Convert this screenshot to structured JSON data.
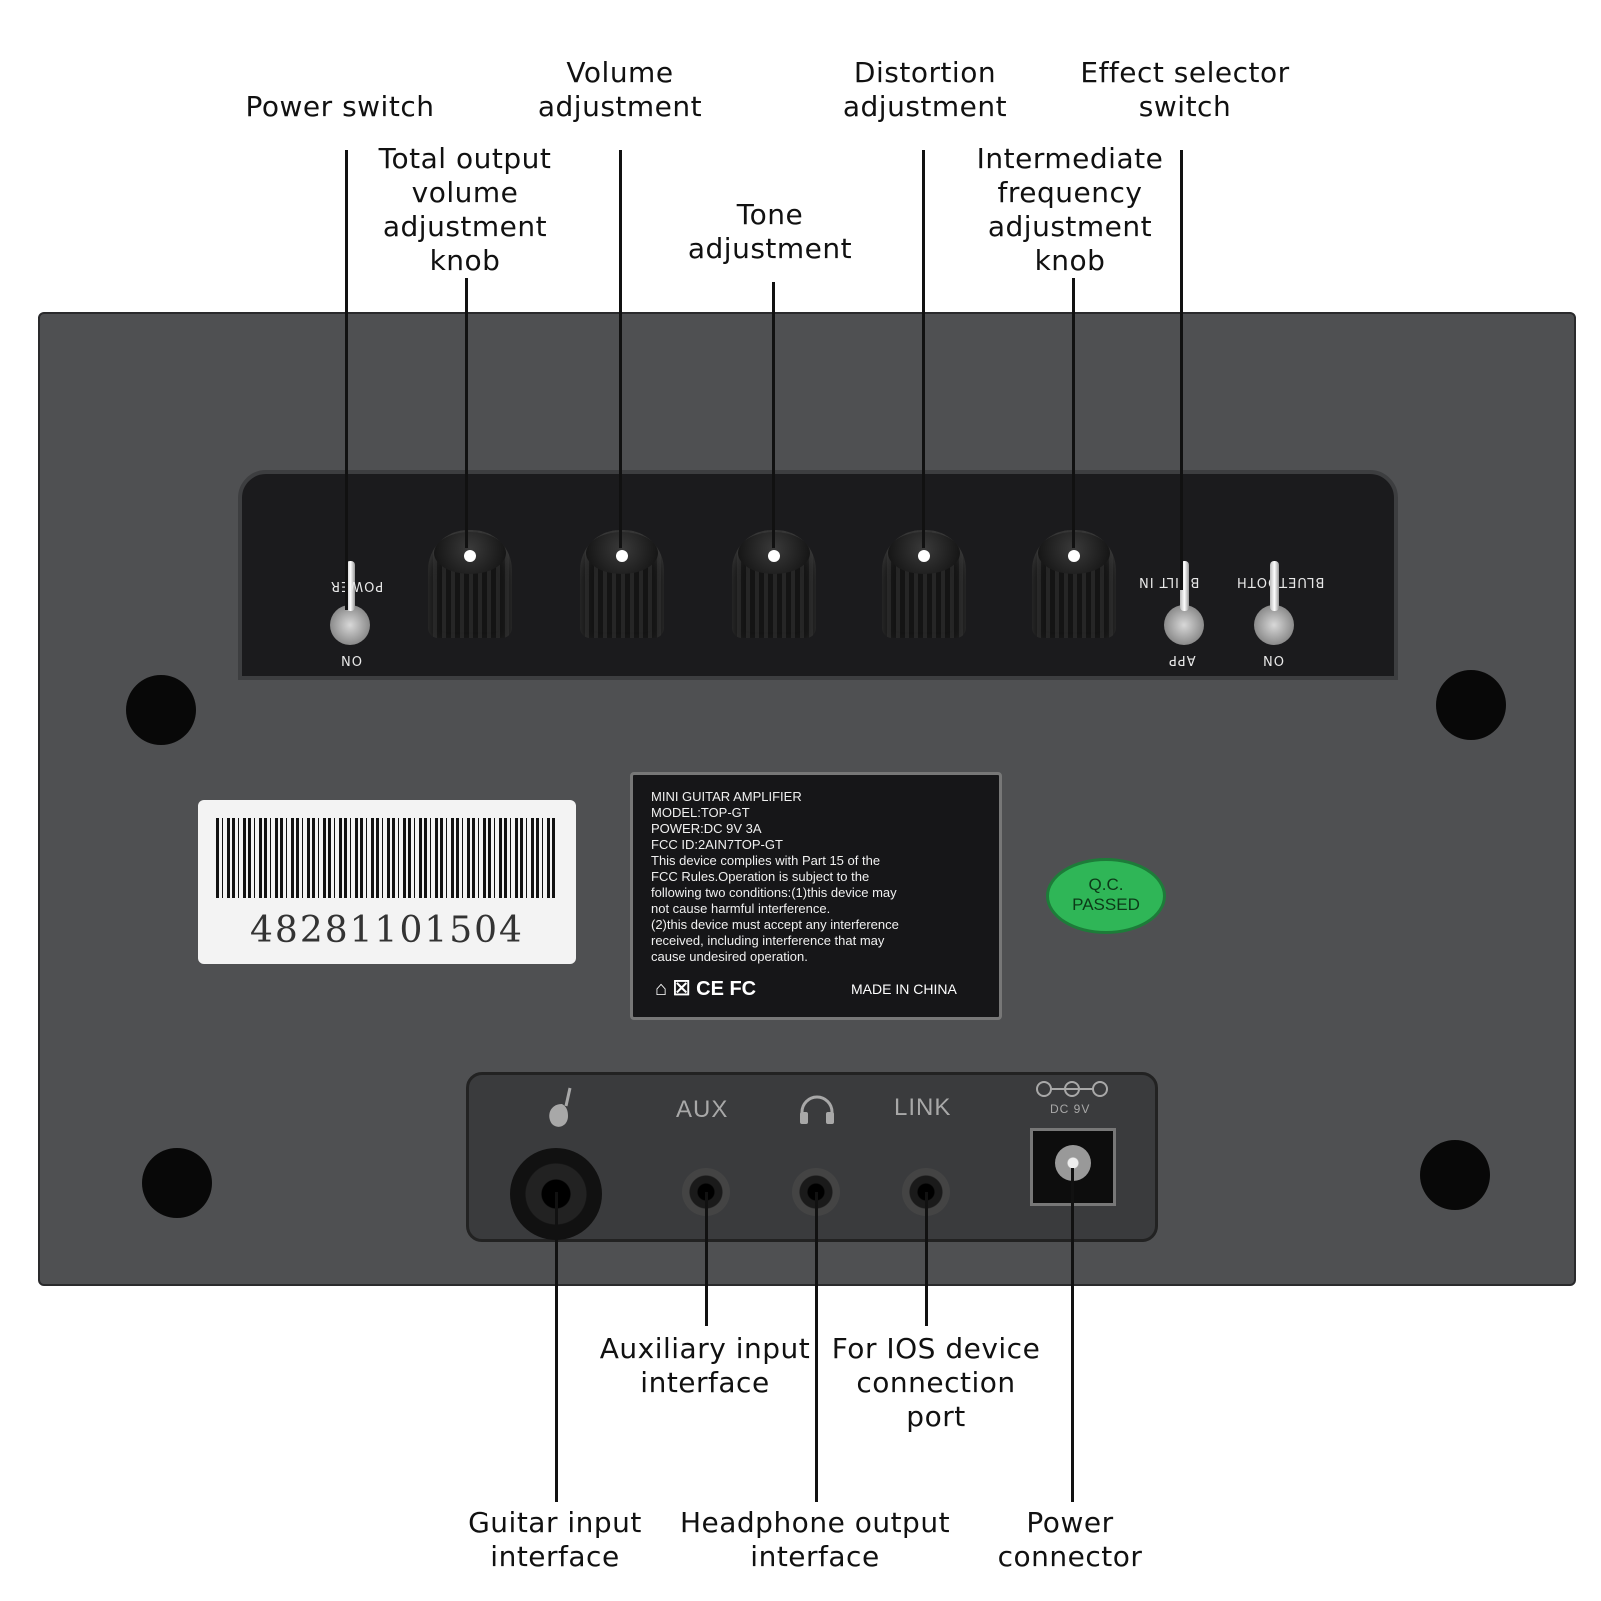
{
  "callouts": {
    "power_switch": "Power switch",
    "total_output_volume": "Total output\nvolume\nadjustment\nknob",
    "volume": "Volume\nadjustment",
    "tone": "Tone\nadjustment",
    "distortion": "Distortion\nadjustment",
    "intermediate_frequency": "Intermediate\nfrequency\nadjustment\nknob",
    "effect_selector": "Effect selector\nswitch",
    "auxiliary_input": "Auxiliary input\ninterface",
    "ios_port": "For IOS device\nconnection\nport",
    "guitar_input": "Guitar input\ninterface",
    "headphone_output": "Headphone output\ninterface",
    "power_connector": "Power\nconnector"
  },
  "panel": {
    "power_text": "POWER",
    "on_left": "ON",
    "built_in": "BUILT IN",
    "app": "APP",
    "bluetooth": "BLUETOOTH",
    "on_right": "ON"
  },
  "barcode": {
    "number": "48281101504"
  },
  "spec_label": {
    "lines": [
      "MINI GUITAR AMPLIFIER",
      "MODEL:TOP-GT",
      "POWER:DC 9V 3A",
      "FCC ID:2AIN7TOP-GT",
      "This device complies with Part 15 of the",
      "FCC Rules.Operation is subject to the",
      "following two conditions:(1)this device may",
      "not cause harmful interference.",
      "(2)this device must accept any interference",
      "received, including interference that may",
      "cause undesired operation."
    ],
    "marks": "⌂  ☒  CE  FC",
    "made_in": "MADE IN CHINA"
  },
  "qc_sticker": {
    "line1": "Q.C.",
    "line2": "PASSED"
  },
  "jacks": {
    "aux": "AUX",
    "link": "LINK",
    "dc": "DC 9V"
  },
  "icons": [
    "guitar-icon",
    "headphone-icon",
    "dc-polarity-icon",
    "house-icon",
    "weee-bin-icon",
    "ce-mark-icon",
    "fcc-mark-icon"
  ],
  "colors": {
    "body": "#4f5052",
    "panel": "#1b1b1d",
    "qc_green": "#2fb657"
  }
}
